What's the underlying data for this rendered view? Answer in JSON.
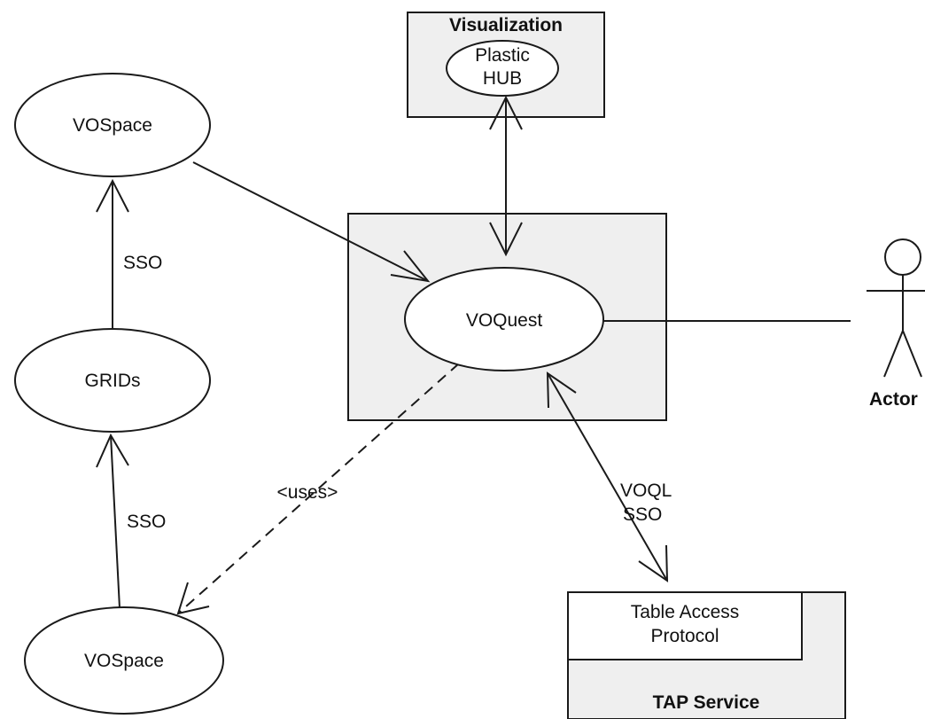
{
  "nodes": {
    "vospace_top": "VOSpace",
    "grids": "GRIDs",
    "vospace_bottom": "VOSpace",
    "voquest": "VOQuest",
    "visualization_title": "Visualization",
    "plastic_hub_line1": "Plastic",
    "plastic_hub_line2": "HUB",
    "tap_inner_line1": "Table Access",
    "tap_inner_line2": "Protocol",
    "tap_title": "TAP Service",
    "actor": "Actor"
  },
  "edges": {
    "sso_upper": "SSO",
    "sso_lower": "SSO",
    "uses": "<uses>",
    "voql_line1": "VOQL",
    "voql_line2": "SSO"
  }
}
